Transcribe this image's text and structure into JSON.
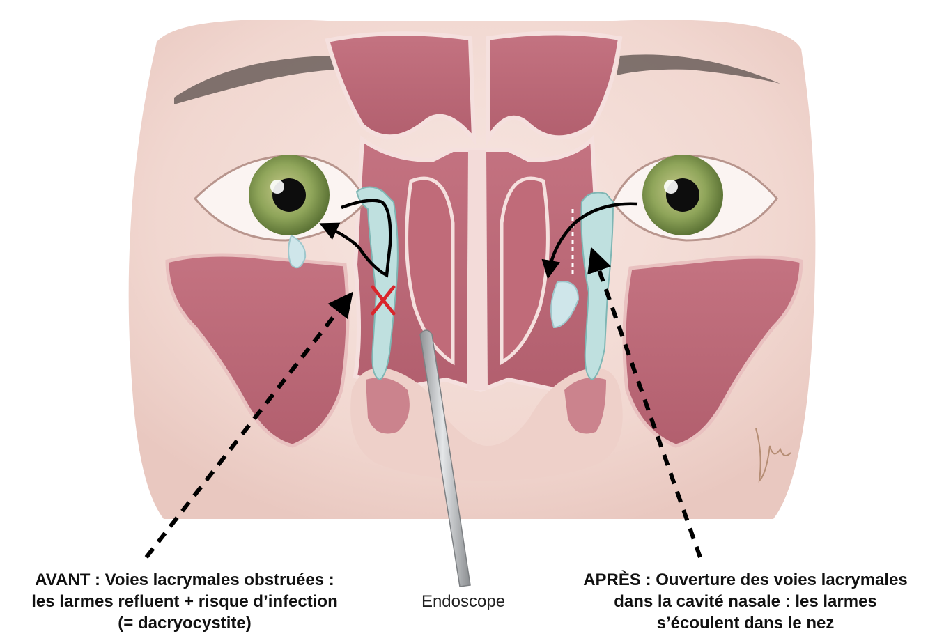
{
  "figure": {
    "before_caption": {
      "line1": "AVANT : Voies lacrymales obstruées :",
      "line2": "les larmes refluent + risque d’infection",
      "line3": "(= dacryocystite)"
    },
    "after_caption": {
      "line1": "APRÈS : Ouverture des voies lacrymales",
      "line2": "dans la cavité nasale : les larmes",
      "line3": "s’écoulent dans le nez"
    },
    "endoscope_label": "Endoscope",
    "signature": "JM"
  },
  "colors": {
    "skin": "#f3dcd6",
    "sinus": "#c97a87",
    "sinus_dark": "#b0606f",
    "bone": "#f8ecea",
    "duct": "#bfe0df",
    "iris": "#8fa55a",
    "block_mark": "#d9262c",
    "endoscope": "#b9bcbf"
  }
}
